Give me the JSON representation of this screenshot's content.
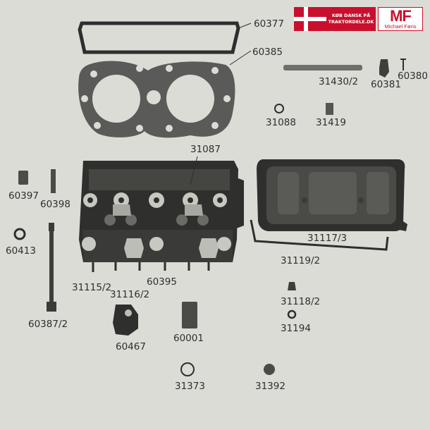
{
  "banner": {
    "line1": "KØB DANSK PÅ",
    "line2": "TRAKTORDELE.DK",
    "logo_mark": "MF",
    "logo_name": "Michael Føns",
    "flag_color": "#c8102e"
  },
  "parts": {
    "p60377": "60377",
    "p60385": "60385",
    "p31430": "31430/2",
    "p60381": "60381",
    "p60380": "60380",
    "p31088": "31088",
    "p31419": "31419",
    "p31087": "31087",
    "p60397": "60397",
    "p60398": "60398",
    "p60413": "60413",
    "p60387": "60387/2",
    "p31115": "31115/2",
    "p31116": "31116/2",
    "p60395": "60395",
    "p31117": "31117/3",
    "p31119": "31119/2",
    "p31118": "31118/2",
    "p31194": "31194",
    "p60467": "60467",
    "p60001": "60001",
    "p31373": "31373",
    "p31392": "31392"
  }
}
